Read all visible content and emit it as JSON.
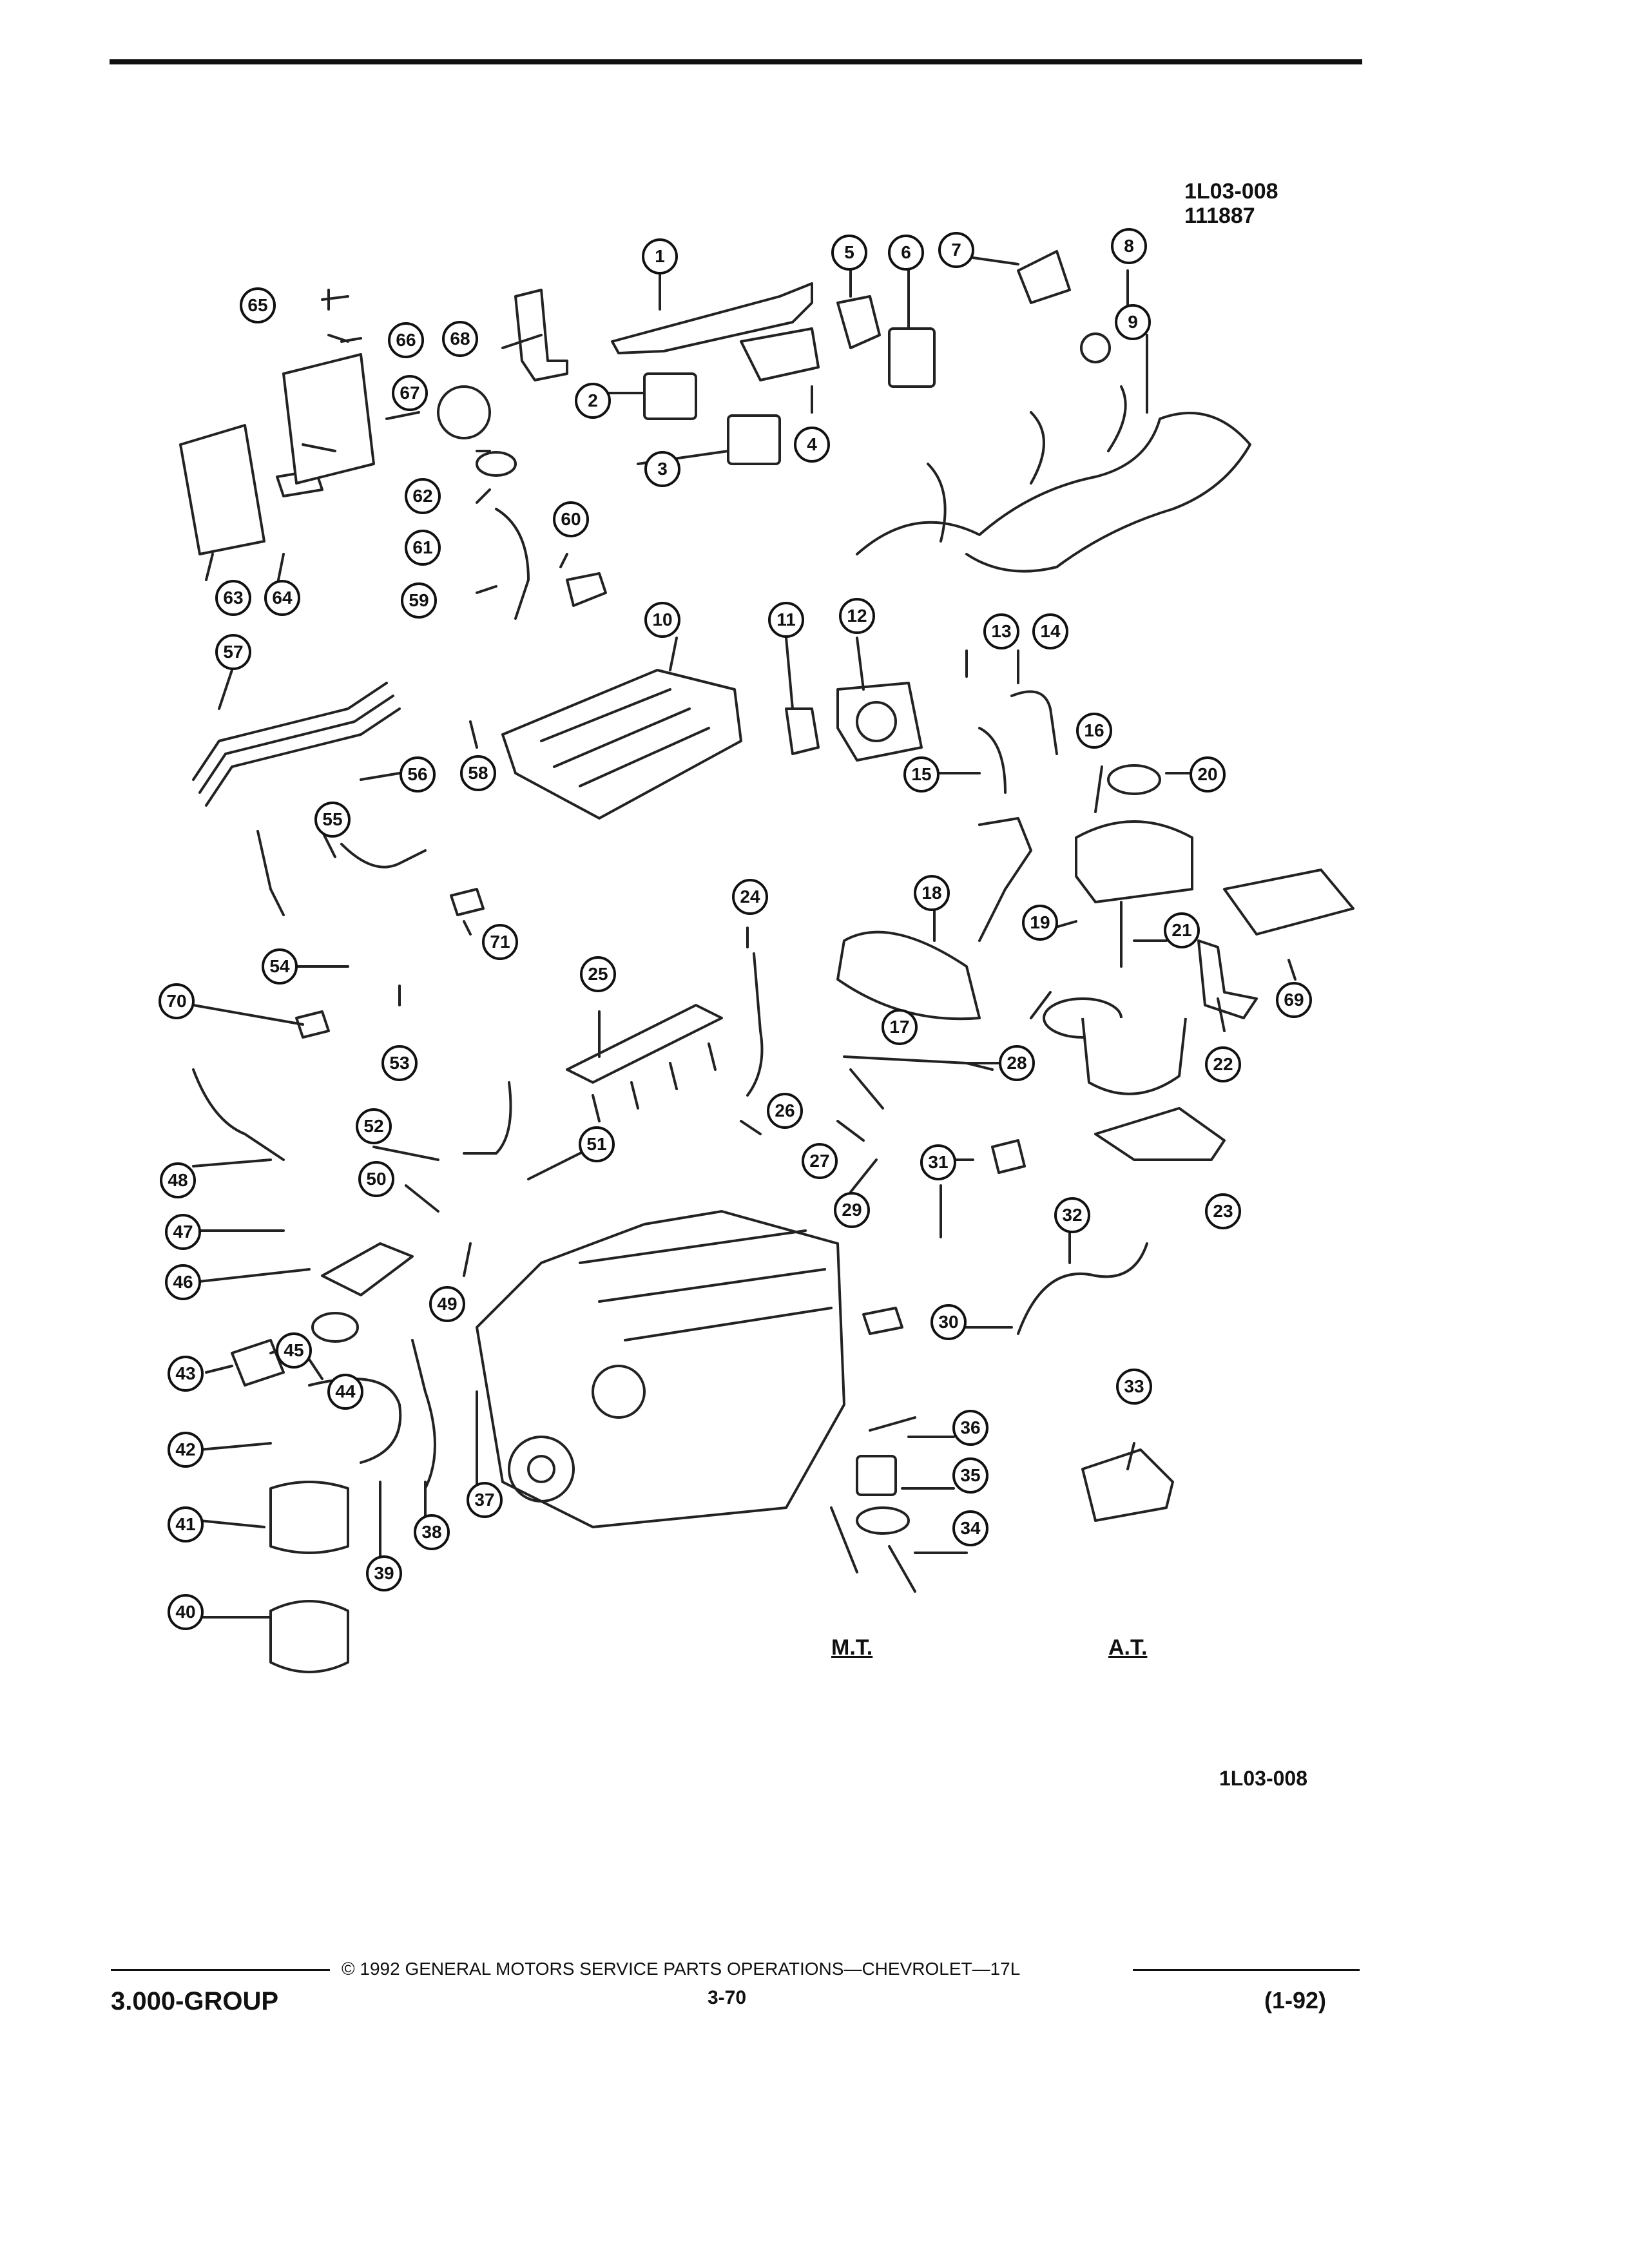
{
  "header": {
    "figure_code": "1L03-008",
    "figure_date": "111887"
  },
  "diagram": {
    "footer_code": "1L03-008",
    "callouts": [
      "1",
      "2",
      "3",
      "4",
      "5",
      "6",
      "7",
      "8",
      "9",
      "10",
      "11",
      "12",
      "13",
      "14",
      "15",
      "16",
      "17",
      "18",
      "19",
      "20",
      "21",
      "22",
      "23",
      "24",
      "25",
      "26",
      "27",
      "28",
      "29",
      "30",
      "31",
      "32",
      "33",
      "34",
      "35",
      "36",
      "37",
      "38",
      "39",
      "40",
      "41",
      "42",
      "43",
      "44",
      "45",
      "46",
      "47",
      "48",
      "49",
      "50",
      "51",
      "52",
      "53",
      "54",
      "55",
      "56",
      "57",
      "58",
      "59",
      "60",
      "61",
      "62",
      "63",
      "64",
      "65",
      "66",
      "67",
      "68",
      "69",
      "70",
      "71"
    ],
    "variant_labels": {
      "manual": "M.T.",
      "automatic": "A.T."
    }
  },
  "footer": {
    "copyright": "© 1992 GENERAL MOTORS SERVICE PARTS OPERATIONS—CHEVROLET—17L",
    "group": "3.000-GROUP",
    "page": "3-70",
    "revision": "(1-92)"
  }
}
